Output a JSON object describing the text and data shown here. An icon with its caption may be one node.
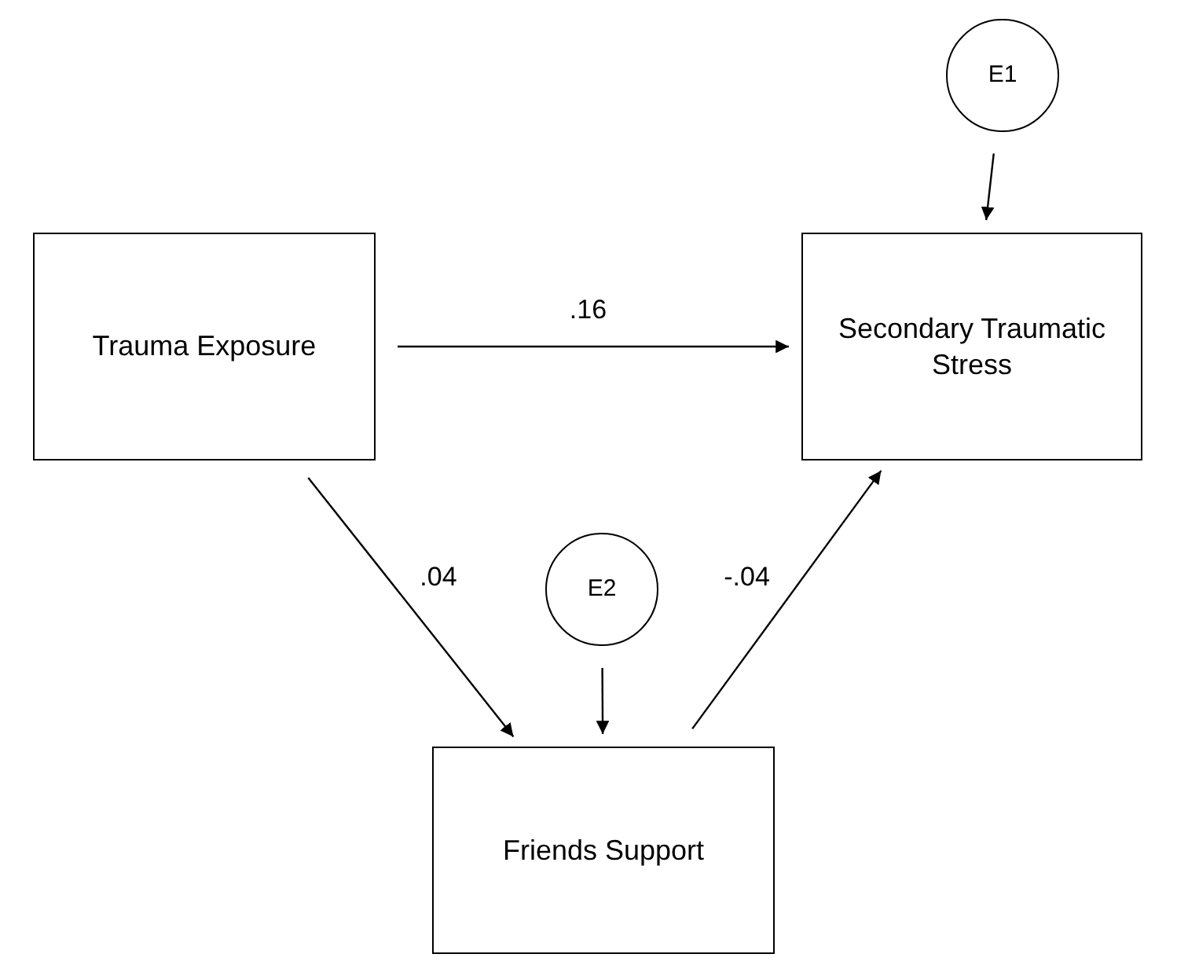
{
  "diagram": {
    "nodes": [
      {
        "text": [
          "Trauma Exposure"
        ]
      },
      {
        "text": [
          "E1"
        ]
      },
      {
        "text": [
          "Secondary Traumatic Stress"
        ]
      },
      {
        "text": [
          "E2"
        ]
      },
      {
        "text": [
          "Friends Support"
        ]
      }
    ],
    "edges": [
      {
        "from": 0,
        "to": 2,
        "arrow": "to",
        "label": ".16"
      },
      {
        "from": 0,
        "to": 4,
        "arrow": "to",
        "label": ".04"
      },
      {
        "from": 4,
        "to": 2,
        "arrow": "to",
        "label": "-.04"
      },
      {
        "from": 1,
        "to": 2,
        "arrow": "to"
      },
      {
        "from": 3,
        "to": 4,
        "arrow": "to"
      }
    ]
  }
}
